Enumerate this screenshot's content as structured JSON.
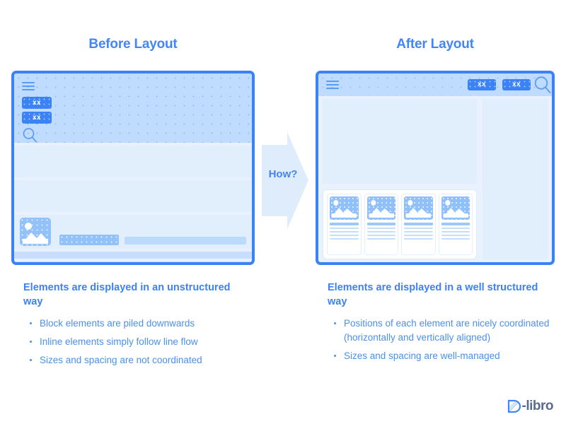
{
  "colors": {
    "accent": "#4285F4",
    "panel_border": "#3B82F6",
    "panel_bg": "#E8F1FD",
    "header_band": "#BFDBFE",
    "block": "#E1EEFB",
    "pill": "#3B82F6",
    "body_text": "#4A90EA",
    "logo_text": "#5A6B8C",
    "logo_mark": "#4285F4"
  },
  "columns": {
    "before": {
      "title": "Before Layout",
      "caption": "Elements are displayed in an unstructured way",
      "bullets": [
        "Block elements are piled downwards",
        "Inline elements simply follow line flow",
        "Sizes and spacing are not coordinated"
      ]
    },
    "after": {
      "title": "After Layout",
      "caption": "Elements are displayed in a well structured way",
      "bullets": [
        "Positions of each element are nicely coordinated (horizontally and vertically aligned)",
        "Sizes and spacing are well-managed"
      ]
    }
  },
  "before_panel": {
    "menu_icon": "hamburger-icon",
    "search_icon": "search-icon",
    "buttons": [
      {
        "label": "xx"
      },
      {
        "label": "xx"
      }
    ],
    "thumbnail_icon": "image-placeholder-icon",
    "blocks": 2,
    "footer_lines": 2
  },
  "after_panel": {
    "menu_icon": "hamburger-icon",
    "search_icon": "search-icon",
    "buttons": [
      {
        "label": "xx"
      },
      {
        "label": "xx"
      }
    ],
    "cards": [
      {
        "thumbnail_icon": "image-placeholder-icon",
        "text_lines": 4
      },
      {
        "thumbnail_icon": "image-placeholder-icon",
        "text_lines": 4
      },
      {
        "thumbnail_icon": "image-placeholder-icon",
        "text_lines": 4
      },
      {
        "thumbnail_icon": "image-placeholder-icon",
        "text_lines": 4
      }
    ]
  },
  "connector": {
    "label": "How?",
    "icon": "right-arrow-icon"
  },
  "logo": {
    "mark": "d-letter-icon",
    "text": "-libro"
  }
}
